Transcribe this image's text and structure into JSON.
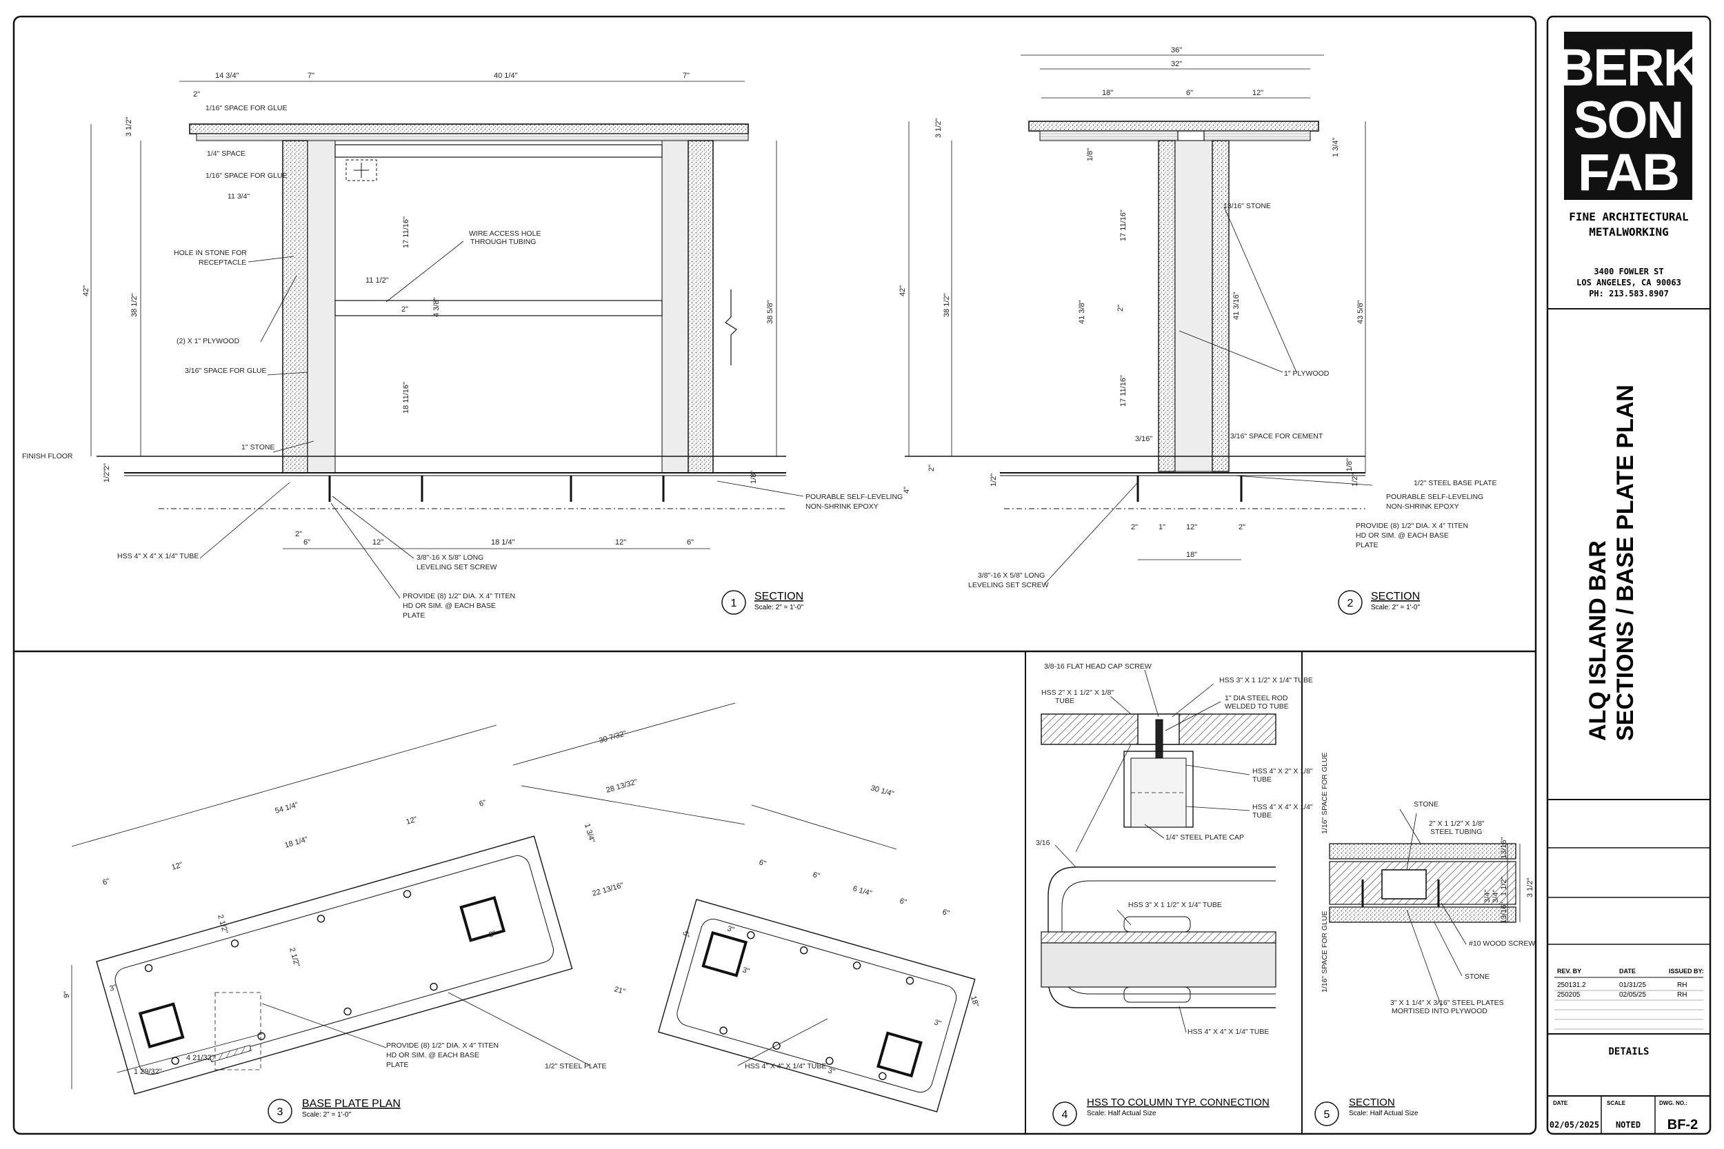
{
  "title_block": {
    "logo": [
      "BERK",
      "SON",
      "FAB"
    ],
    "tagline": [
      "FINE ARCHITECTURAL",
      "METALWORKING"
    ],
    "address": [
      "3400 FOWLER ST",
      "LOS ANGELES, CA 90063",
      "PH: 213.583.8907"
    ],
    "project_title": "ALQ ISLAND BAR",
    "sheet_title": "SECTIONS / BASE PLATE PLAN",
    "rev_headers": [
      "REV. BY",
      "DATE",
      "ISSUED BY:"
    ],
    "revisions": [
      {
        "rev": "250131.2",
        "date": "01/31/25",
        "by": "RH"
      },
      {
        "rev": "250205",
        "date": "02/05/25",
        "by": "RH"
      }
    ],
    "details_label": "DETAILS",
    "date_label": "DATE",
    "scale_label": "SCALE",
    "dwg_label": "DWG. NO.:",
    "date_value": "02/05/2025",
    "scale_value": "NOTED",
    "dwg_value": "BF-2"
  },
  "views": [
    {
      "num": "1",
      "title": "SECTION",
      "scale": "Scale: 2\" = 1'-0\""
    },
    {
      "num": "2",
      "title": "SECTION",
      "scale": "Scale: 2\" = 1'-0\""
    },
    {
      "num": "3",
      "title": "BASE PLATE PLAN",
      "scale": "Scale: 2\" = 1'-0\""
    },
    {
      "num": "4",
      "title": "HSS TO COLUMN TYP. CONNECTION",
      "scale": "Scale: Half Actual Size"
    },
    {
      "num": "5",
      "title": "SECTION",
      "scale": "Scale: Half Actual Size"
    }
  ],
  "section1": {
    "dims_top": [
      "14 3/4\"",
      "7\"",
      "40 1/4\"",
      "7\""
    ],
    "dim_2": "2\"",
    "left_notes": [
      "1/16\" SPACE FOR GLUE",
      "1/4\" SPACE",
      "1/16\" SPACE FOR GLUE",
      "11 3/4\"",
      "HOLE IN STONE FOR",
      "RECEPTACLE",
      "(2) X 1\" PLYWOOD",
      "3/16\" SPACE FOR GLUE",
      "1\" STONE",
      "FINISH FLOOR",
      "HSS 4\" X 4\" X 1/4\" TUBE"
    ],
    "vdims": [
      "3 1/2\"",
      "42\"",
      "38 1/2\"",
      "1/2\"",
      "2\""
    ],
    "inner_dims": [
      "17 11/16\"",
      "11 1/2\"",
      "2\"",
      "4 3/8\"",
      "18 11/16\"",
      "38 5/8\""
    ],
    "wire_note": [
      "WIRE ACCESS HOLE",
      "THROUGH TUBING"
    ],
    "epoxy_note": [
      "POURABLE SELF-LEVELING",
      "NON-SHRINK EPOXY"
    ],
    "bottom_dims": [
      "2\"",
      "6\"",
      "12\"",
      "18 1/4\"",
      "12\"",
      "6\""
    ],
    "screw_note": [
      "3/8\"-16 X 5/8\" LONG",
      "LEVELING SET SCREW"
    ],
    "anchor_note": [
      "PROVIDE (8) 1/2\" DIA. X 4\" TITEN",
      "HD OR SIM. @ EACH BASE",
      "PLATE"
    ],
    "right_small": "1/8\""
  },
  "section2": {
    "dims_top": [
      "36\"",
      "32\"",
      "18\"",
      "6\"",
      "12\""
    ],
    "vdims": [
      "3 1/2\"",
      "42\"",
      "38 1/2\"",
      "2\"",
      "4\"",
      "1/2\"",
      "1/2\""
    ],
    "inner_dims": [
      "1/8\"",
      "17 11/16\"",
      "41 3/8\"",
      "2\"",
      "17 11/16\"",
      "41 3/16\"",
      "43 5/8\"",
      "1 3/4\"",
      "3/16\"",
      "1/8\""
    ],
    "stone_note": "13/16\"  STONE",
    "ply_note": "1\" PLYWOOD",
    "cement_note": "3/16\"  SPACE FOR CEMENT",
    "steel_note": "1/2\" STEEL BASE PLATE",
    "epoxy_note": [
      "POURABLE SELF-LEVELING",
      "NON-SHRINK EPOXY"
    ],
    "anchor_note": [
      "PROVIDE (8) 1/2\" DIA. X 4\" TITEN",
      "HD OR SIM. @ EACH BASE",
      "PLATE"
    ],
    "bottom_dims": [
      "2\"",
      "1\"",
      "12\"",
      "2\"",
      "18\""
    ],
    "screw_note": [
      "3/8\"-16 X 5/8\" LONG",
      "LEVELING SET SCREW"
    ]
  },
  "plan3": {
    "dims": [
      "54 1/4\"",
      "30 7/32\"",
      "28 13/32\"",
      "30 1/4\"",
      "18 1/4\"",
      "12\"",
      "6\"",
      "6\"",
      "12\"",
      "3\"",
      "22 13/16\"",
      "1 3/4\"",
      "21\"",
      "5\"",
      "3\"",
      "18\"",
      "6\"",
      "6 1/4\"",
      "6\"",
      "6\"",
      "6\"",
      "3\"",
      "3\"",
      "3\"",
      "3\"",
      "1 29/32\"",
      "4 21/32\"",
      "9\"",
      "2 1/2\"",
      "2 1/2\""
    ],
    "anchor_note": [
      "PROVIDE (8) 1/2\" DIA. X 4\" TITEN",
      "HD OR SIM. @ EACH BASE",
      "PLATE"
    ],
    "plate_note": "1/2\" STEEL PLATE",
    "tube_note": "HSS 4\" X 4\" X 1/4\" TUBE"
  },
  "detail4": {
    "notes": [
      "3/8-16 FLAT HEAD CAP SCREW",
      "HSS 3\" X 1 1/2\" X 1/4\" TUBE",
      "HSS 2\" X 1 1/2\" X 1/8\"",
      "TUBE",
      "1\" DIA STEEL ROD",
      "WELDED TO TUBE",
      "HSS 4\" X 2\" X 1/8\"",
      "TUBE",
      "HSS 4\" X 4\" X 1/4\"",
      "TUBE",
      "1/4\" STEEL PLATE CAP",
      "3/16",
      "HSS 3\" X 1 1/2\" X 1/4\" TUBE",
      "HSS 4\" X 4\" X 1/4\"  TUBE"
    ]
  },
  "detail5": {
    "notes": [
      "STONE",
      "2\" X 1 1/2\" X 1/8\"",
      "STEEL TUBING",
      "1/16\" SPACE FOR GLUE",
      "1/16\" SPACE FOR GLUE",
      "#10 WOOD SCREW",
      "STONE",
      "3\" X 1 1/4\" X 3/16\" STEEL PLATES",
      "MORTISED INTO PLYWOOD"
    ],
    "dims": [
      "13/16\"",
      "1 1/2\"",
      "3 1/2\"",
      "3/4\"",
      "3/4\"",
      "13/16\""
    ]
  }
}
